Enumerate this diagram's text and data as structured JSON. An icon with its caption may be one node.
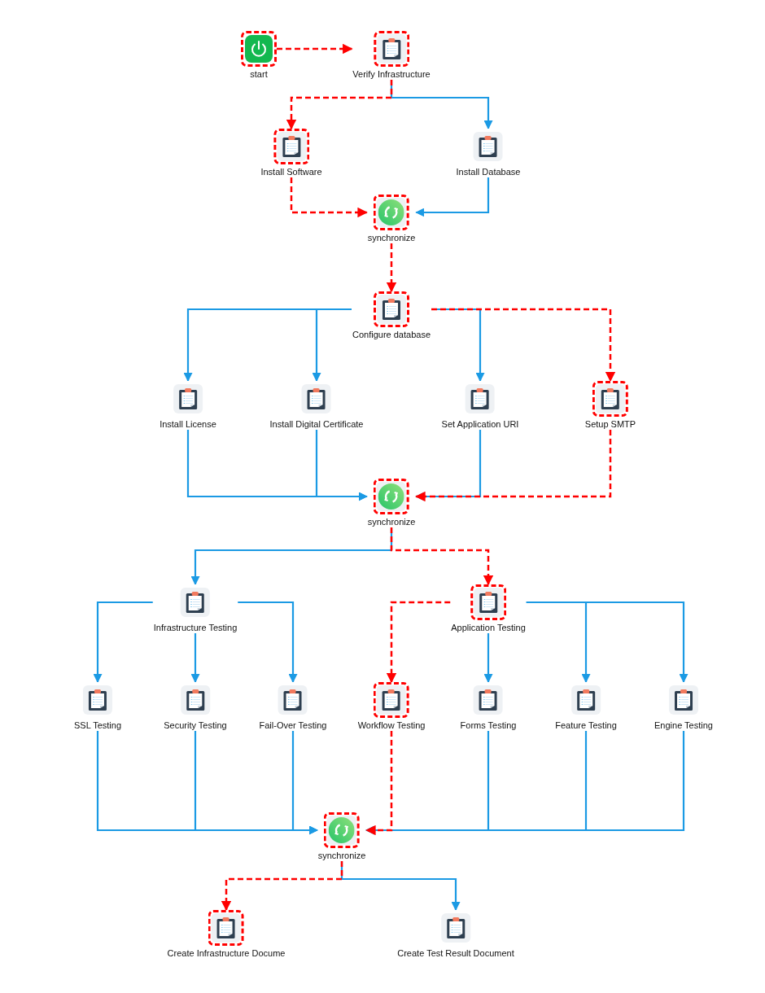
{
  "diagram": {
    "nodes": [
      {
        "text": [
          "start"
        ]
      },
      {
        "text": [
          "Verify Infrastructure"
        ]
      },
      {
        "text": [
          "Install Software"
        ]
      },
      {
        "text": [
          "Install Database"
        ]
      },
      {
        "text": [
          "synchronize"
        ]
      },
      {
        "text": [
          "Configure database"
        ]
      },
      {
        "text": [
          "Install License"
        ]
      },
      {
        "text": [
          "Install Digital Certificate"
        ]
      },
      {
        "text": [
          "Set Application URI"
        ]
      },
      {
        "text": [
          "Setup SMTP"
        ]
      },
      {
        "text": [
          "synchronize"
        ]
      },
      {
        "text": [
          "Infrastructure Testing"
        ]
      },
      {
        "text": [
          "Application Testing"
        ]
      },
      {
        "text": [
          "SSL Testing"
        ]
      },
      {
        "text": [
          "Security Testing"
        ]
      },
      {
        "text": [
          "Fail-Over Testing"
        ]
      },
      {
        "text": [
          "Workflow Testing"
        ]
      },
      {
        "text": [
          "Forms Testing"
        ]
      },
      {
        "text": [
          "Feature Testing"
        ]
      },
      {
        "text": [
          "Engine Testing"
        ]
      },
      {
        "text": [
          "synchronize"
        ]
      },
      {
        "text": [
          "Create Infrastructure Docume"
        ]
      },
      {
        "text": [
          "Create Test Result Document"
        ]
      }
    ],
    "edges": [
      {
        "from": 0,
        "to": 1,
        "arrow": "to",
        "style": "dashed",
        "color": "#ff0000"
      },
      {
        "from": 1,
        "to": 2,
        "arrow": "to",
        "style": "dashed",
        "color": "#ff0000"
      },
      {
        "from": 1,
        "to": 3,
        "arrow": "to"
      },
      {
        "from": 2,
        "to": 4,
        "arrow": "to",
        "style": "dashed",
        "color": "#ff0000"
      },
      {
        "from": 3,
        "to": 4,
        "arrow": "to"
      },
      {
        "from": 4,
        "to": 5,
        "arrow": "to",
        "style": "dashed",
        "color": "#ff0000"
      },
      {
        "from": 5,
        "to": 6,
        "arrow": "to"
      },
      {
        "from": 5,
        "to": 7,
        "arrow": "to"
      },
      {
        "from": 5,
        "to": 8,
        "arrow": "to"
      },
      {
        "from": 5,
        "to": 9,
        "arrow": "to",
        "style": "dashed",
        "color": "#ff0000"
      },
      {
        "from": 6,
        "to": 10,
        "arrow": "to"
      },
      {
        "from": 7,
        "to": 10,
        "arrow": "to"
      },
      {
        "from": 8,
        "to": 10,
        "arrow": "to"
      },
      {
        "from": 9,
        "to": 10,
        "arrow": "to",
        "style": "dashed",
        "color": "#ff0000"
      },
      {
        "from": 10,
        "to": 11,
        "arrow": "to"
      },
      {
        "from": 10,
        "to": 12,
        "arrow": "to",
        "style": "dashed",
        "color": "#ff0000"
      },
      {
        "from": 11,
        "to": 13,
        "arrow": "to"
      },
      {
        "from": 11,
        "to": 14,
        "arrow": "to"
      },
      {
        "from": 11,
        "to": 15,
        "arrow": "to"
      },
      {
        "from": 12,
        "to": 16,
        "arrow": "to",
        "style": "dashed",
        "color": "#ff0000"
      },
      {
        "from": 12,
        "to": 17,
        "arrow": "to"
      },
      {
        "from": 12,
        "to": 18,
        "arrow": "to"
      },
      {
        "from": 12,
        "to": 19,
        "arrow": "to"
      },
      {
        "from": 13,
        "to": 20,
        "arrow": "to"
      },
      {
        "from": 14,
        "to": 20,
        "arrow": "to"
      },
      {
        "from": 15,
        "to": 20,
        "arrow": "to"
      },
      {
        "from": 16,
        "to": 20,
        "arrow": "to",
        "style": "dashed",
        "color": "#ff0000"
      },
      {
        "from": 17,
        "to": 20,
        "arrow": "to"
      },
      {
        "from": 18,
        "to": 20,
        "arrow": "to"
      },
      {
        "from": 19,
        "to": 20,
        "arrow": "to"
      },
      {
        "from": 20,
        "to": 21,
        "arrow": "to",
        "style": "dashed",
        "color": "#ff0000"
      },
      {
        "from": 20,
        "to": 22,
        "arrow": "to"
      }
    ]
  }
}
